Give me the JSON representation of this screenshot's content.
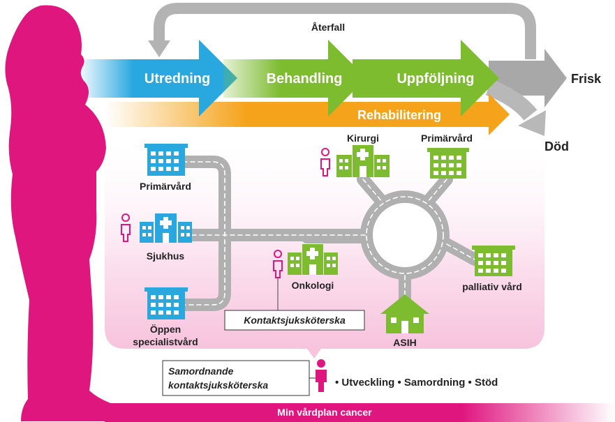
{
  "flow": {
    "stages": [
      "Utredning",
      "Behandling",
      "Uppföljning"
    ],
    "rehab": "Rehabilitering",
    "relapse": "Återfall",
    "outcome_healthy": "Frisk",
    "outcome_dead": "Död"
  },
  "facilities": {
    "primarvard_left": "Primärvård",
    "sjukhus": "Sjukhus",
    "oppen_line1": "Öppen",
    "oppen_line2": "specialistvård",
    "kirurgi": "Kirurgi",
    "primarvard_right": "Primärvård",
    "onkologi": "Onkologi",
    "palliativ": "palliativ vård",
    "asih": "ASIH"
  },
  "contacts": {
    "kontaktsjukskoterska": "Kontaktsjuksköterska",
    "samordnande_line1": "Samordnande",
    "samordnande_line2": "kontaktsjuksköterska",
    "bullets": "• Utveckling  • Samordning  • Stöd"
  },
  "footer": "Min vårdplan cancer",
  "colors": {
    "magenta": "#e0167f",
    "blue": "#29a8e0",
    "green": "#7dbb2f",
    "orange": "#f5a31a",
    "grey": "#a8a8a8",
    "road": "#b0b0b0"
  },
  "icons": [
    "woman-silhouette",
    "hospital-icon",
    "building-icon",
    "house-icon",
    "person-icon",
    "road-network",
    "roundabout"
  ]
}
